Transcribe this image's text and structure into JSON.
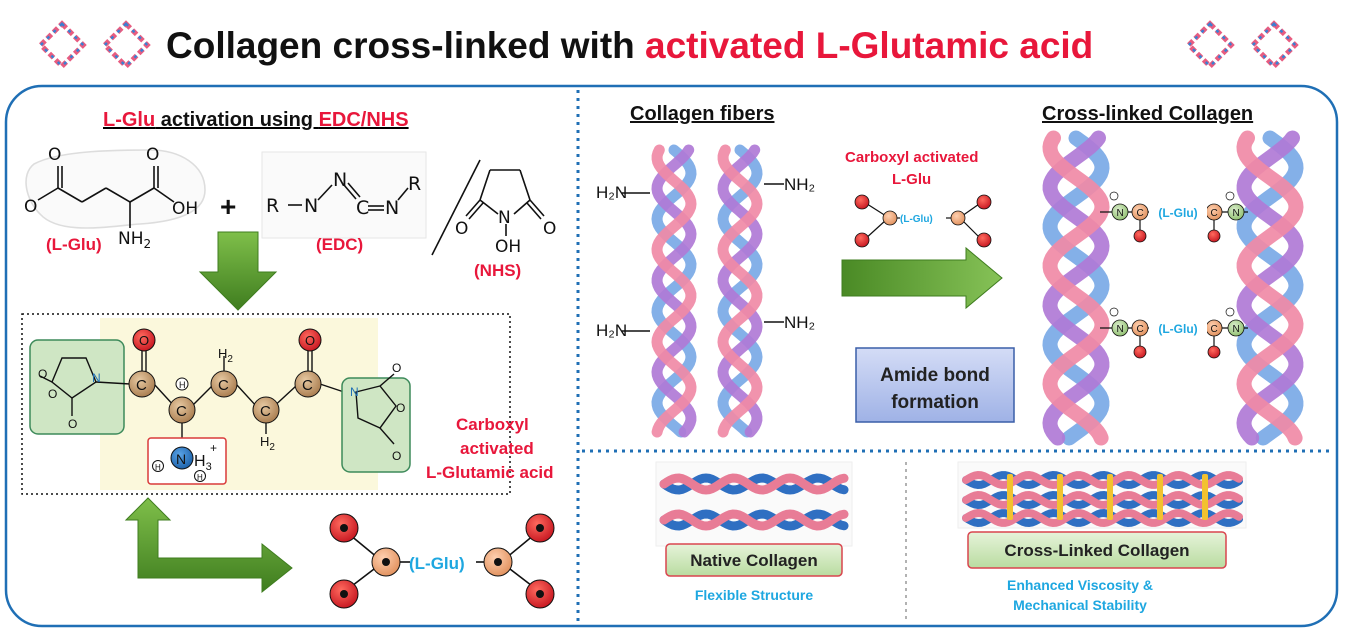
{
  "title": {
    "part1": "Collagen cross-linked with ",
    "part2": "activated L-Glutamic acid"
  },
  "left": {
    "heading_a": "L-Glu",
    "heading_b": " activation using ",
    "heading_c": "EDC/NHS",
    "lglu_label": "(L-Glu)",
    "edc_label": "(EDC)",
    "nhs_label": "(NHS)",
    "plus": "+",
    "activated_label": [
      "Carboxyl",
      "activated",
      "L-Glutamic acid"
    ],
    "lglu_inline": "(L-Glu)",
    "chem": {
      "O": "O",
      "OH": "OH",
      "NH2": "NH",
      "sub2": "2",
      "R": "R",
      "N": "N",
      "C": "C",
      "H": "H",
      "H2": "H",
      "N_NH3": "N",
      "H3": "H",
      "sub3": "3",
      "plus_sign": "+"
    }
  },
  "right": {
    "fibers_heading": "Collagen fibers",
    "crosslinked_heading": "Cross-linked Collagen",
    "reagent_label": [
      "Carboxyl activated",
      "L-Glu"
    ],
    "mini_glu": "(L-Glu)",
    "amide_box": [
      "Amide bond",
      "formation"
    ],
    "nh2_left": "H₂N",
    "nh2_right": "NH₂",
    "bridge_glu": "(L-Glu)",
    "bridge_N": "N",
    "bridge_C": "C",
    "native_label": "Native Collagen",
    "native_caption": "Flexible Structure",
    "crosslinked_label": "Cross-Linked Collagen",
    "crosslinked_caption": [
      "Enhanced Viscosity &",
      "Mechanical Stability"
    ]
  },
  "colors": {
    "red": "#e8173b",
    "blue_frame": "#1f6fb5",
    "glu_cyan": "#1ea7e0",
    "arrow_green": "#5c9a2f",
    "carbon_tan": "#b38a5e",
    "oxygen_red": "#d91f2b",
    "nitrogen_blue": "#1f6fb5",
    "amide_box_bg": "#b8c5ec",
    "label_box_bg": "#cfe6b9"
  }
}
